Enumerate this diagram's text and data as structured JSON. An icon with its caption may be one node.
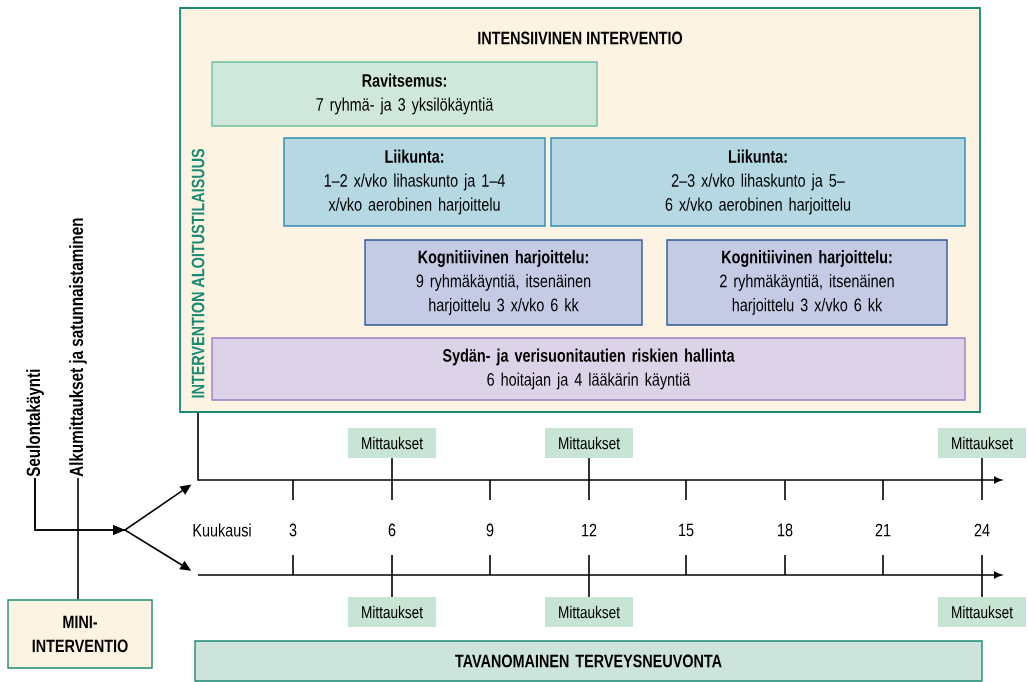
{
  "diagram": {
    "nodes": [
      {
        "text": [
          "INTENSIIVINEN INTERVENTIO",
          "INTERVENTION ALOITUSTILAISUUS"
        ]
      },
      {
        "text": [
          "Ravitsemus:",
          "7 ryhmä- ja 3 yksilökäyntiä"
        ],
        "in": 0
      },
      {
        "text": [
          "Liikunta:",
          "1–2 x/vko lihaskunto ja 1–4 x/vko aerobinen harjoittelu"
        ],
        "in": 0
      },
      {
        "text": [
          "Liikunta:",
          "2–3 x/vko lihaskunto ja 5–6 x/vko aerobinen harjoittelu"
        ],
        "in": 0
      },
      {
        "text": [
          "Kognitiivinen harjoittelu:",
          "9 ryhmäkäyntiä, itsenäinen harjoittelu 3 x/vko 6 kk"
        ],
        "in": 0
      },
      {
        "text": [
          "Kognitiivinen harjoittelu:",
          "2 ryhmäkäyntiä, itsenäinen harjoittelu 3 x/vko 6 kk"
        ],
        "in": 0
      },
      {
        "text": [
          "Sydän- ja verisuonitautien riskien hallinta",
          "6 hoitajan ja 4 lääkärin käyntiä"
        ],
        "in": 0
      },
      {
        "text": [
          "MINI-INTERVENTIO"
        ]
      },
      {
        "text": [
          "TAVANOMAINEN TERVEYSNEUVONTA"
        ]
      },
      {
        "text": [
          "Seulontakäynti"
        ]
      },
      {
        "text": [
          "Alkumittaukset ja satunnaistaminen"
        ]
      },
      {
        "text": [
          "Mittaukset"
        ]
      },
      {
        "text": [
          "Mittaukset"
        ]
      },
      {
        "text": [
          "Mittaukset"
        ]
      },
      {
        "text": [
          "Mittaukset"
        ]
      },
      {
        "text": [
          "Mittaukset"
        ]
      },
      {
        "text": [
          "Mittaukset"
        ]
      }
    ],
    "edges": [
      {
        "from": 9,
        "to": null,
        "arrow": "to"
      },
      {
        "from": 9,
        "to": null,
        "arrow": "to"
      },
      {
        "from": 10,
        "to": 7,
        "arrow": "none"
      }
    ],
    "labels": [
      "Kuukausi",
      "3",
      "6",
      "9",
      "12",
      "15",
      "18",
      "21",
      "24"
    ]
  }
}
